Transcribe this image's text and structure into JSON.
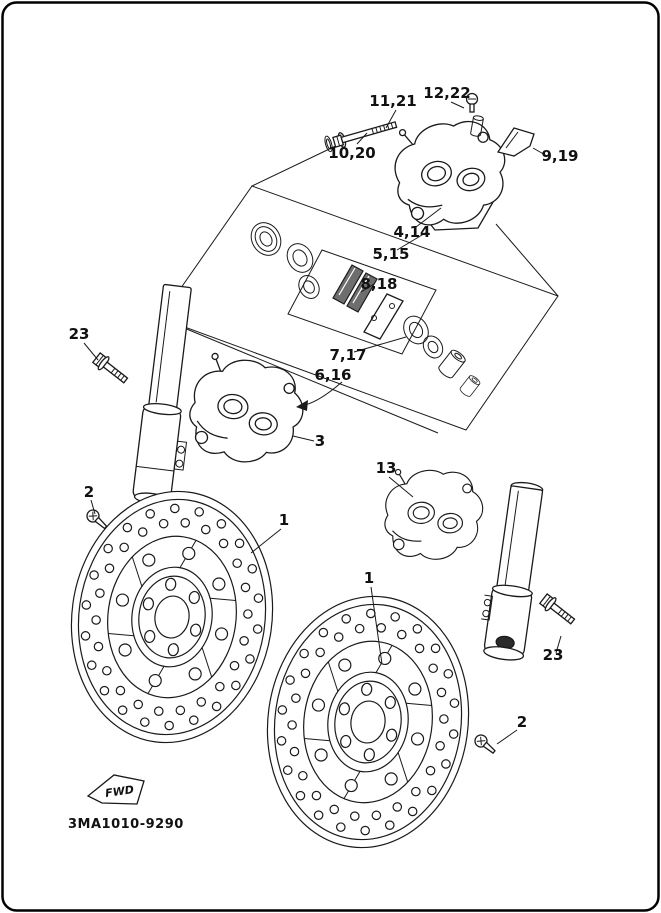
{
  "diagram": {
    "part_code": "3MA1010-9290",
    "fwd_label": "FWD",
    "callouts": [
      {
        "label": "11,21"
      },
      {
        "label": "12,22"
      },
      {
        "label": "10,20"
      },
      {
        "label": "9,19"
      },
      {
        "label": "4,14"
      },
      {
        "label": "5,15"
      },
      {
        "label": "8,18"
      },
      {
        "label": "7,17"
      },
      {
        "label": "6,16"
      },
      {
        "label": "23"
      },
      {
        "label": "3"
      },
      {
        "label": "13"
      },
      {
        "label": "2"
      },
      {
        "label": "1"
      },
      {
        "label": "1"
      },
      {
        "label": "23"
      },
      {
        "label": "2"
      }
    ]
  }
}
